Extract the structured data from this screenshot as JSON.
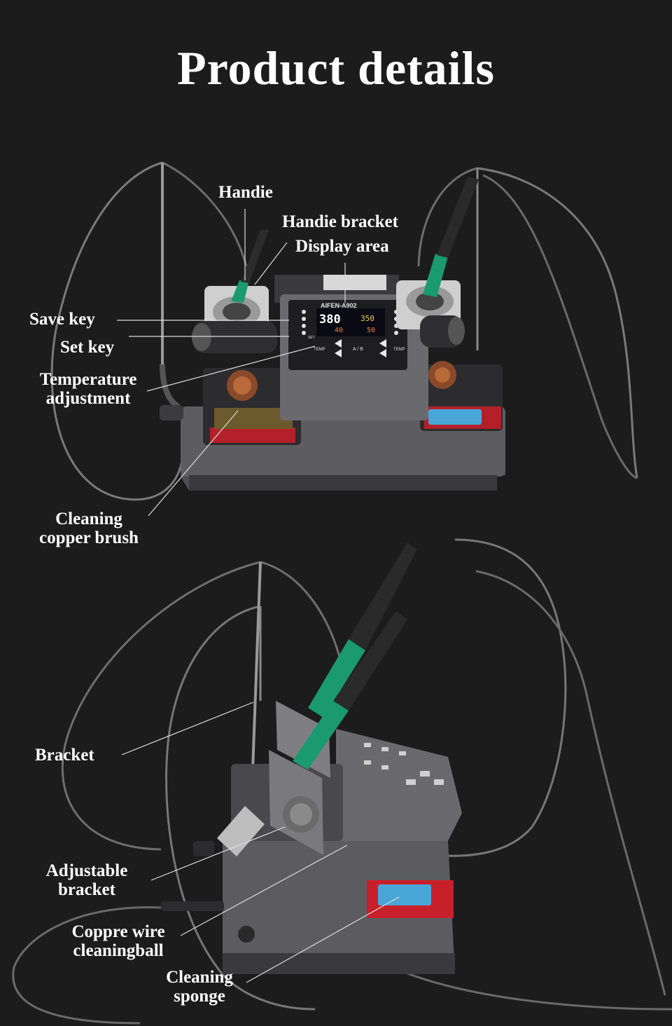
{
  "title": "Product details",
  "labels": {
    "handle": "Handie",
    "handle_bracket": "Handie bracket",
    "display_area": "Display area",
    "save_key": "Save key",
    "set_key": "Set key",
    "temperature_adjustment": [
      "Temperature",
      "adjustment"
    ],
    "cleaning_copper_brush": [
      "Cleaning",
      "copper brush"
    ],
    "bracket": "Bracket",
    "adjustable_bracket": [
      "Adjustable",
      "bracket"
    ],
    "copper_wire_cleaningball": [
      "Coppre wire",
      "cleaningball"
    ],
    "cleaning_sponge": [
      "Cleaning",
      "sponge"
    ]
  },
  "device_panel": {
    "brand": "AIFEN-A902",
    "temp_main": "380",
    "temp_set": "350",
    "value_left": "40",
    "value_right": "50",
    "button_label_temp_left": "TEMP",
    "button_label_ab": "A / B",
    "button_label_temp_right": "TEMP",
    "button_label_set": "SET"
  },
  "colors": {
    "background": "#1c1c1c",
    "device_body": "#5e5e62",
    "handle_green": "#1a9a6e",
    "sponge_blue": "#4aa6d8",
    "tray_red": "#c8202a",
    "leader_lines": "#dcdcdc"
  }
}
